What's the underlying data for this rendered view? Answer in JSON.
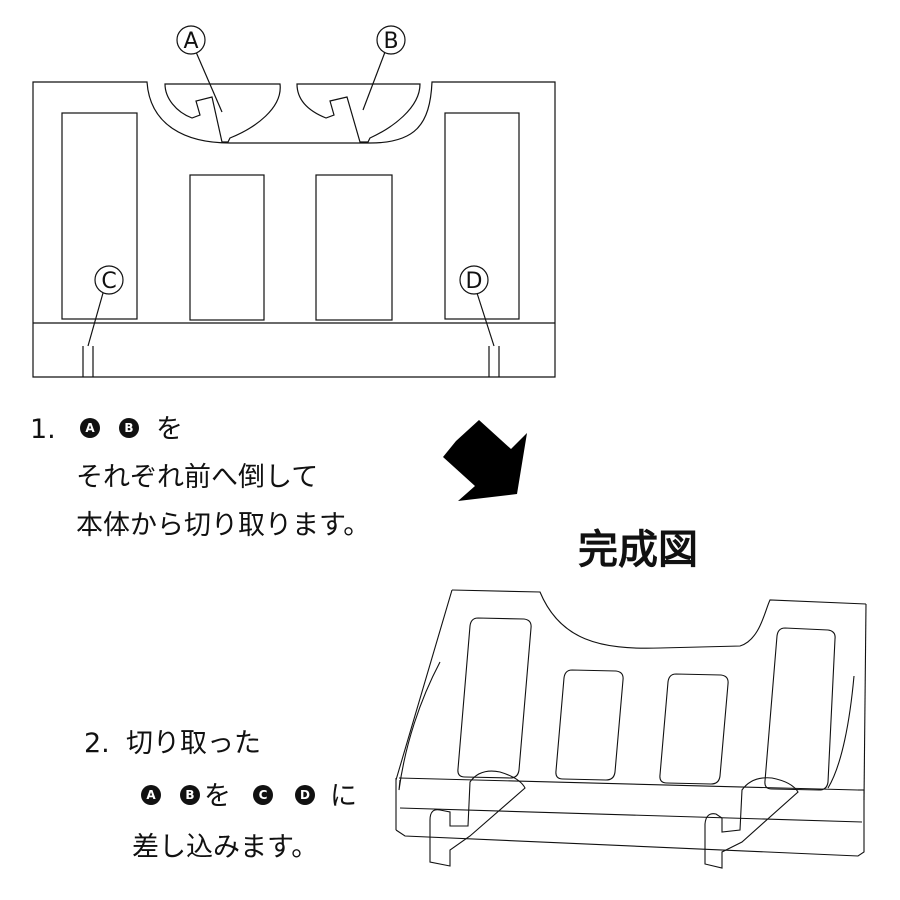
{
  "callouts": {
    "a": "A",
    "b": "B",
    "c": "C",
    "d": "D"
  },
  "step1": {
    "number": "1.",
    "badge_a": "A",
    "badge_b": "B",
    "particle": "を",
    "line2": "それぞれ前へ倒して",
    "line3": "本体から切り取ります。"
  },
  "completed_title": "完成図",
  "step2": {
    "number": "2.",
    "line1": "切り取った",
    "badge_a": "A",
    "badge_b": "B",
    "particle_wo": "を",
    "badge_c": "C",
    "badge_d": "D",
    "particle_ni": "に",
    "line3": "差し込みます。"
  },
  "colors": {
    "line": "#111111",
    "badge_fill": "#111111",
    "arrow_fill": "#000000"
  }
}
